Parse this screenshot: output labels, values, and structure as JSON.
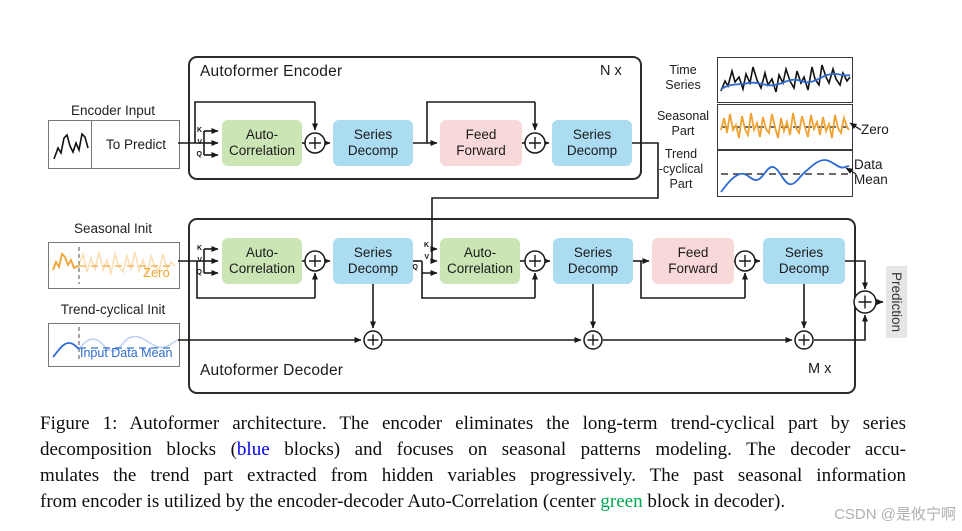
{
  "colors": {
    "block_green": "#cbe5b4",
    "block_blue": "#abdcf2",
    "block_pink": "#f9d8da",
    "series_orange": "#f0a232",
    "series_blue": "#2e6bd0",
    "caption_blue": "#0000ee",
    "caption_green": "#00a651",
    "prediction_bg": "#e6e6e6",
    "watermark_gray": "#b0b0b0"
  },
  "diagram": {
    "encoder": {
      "title": "Autoformer Encoder",
      "repeat": "N x"
    },
    "decoder": {
      "title": "Autoformer Decoder",
      "repeat": "M x"
    },
    "blocks": {
      "auto_correlation_line1": "Auto-",
      "auto_correlation_line2": "Correlation",
      "series_decomp_line1": "Series",
      "series_decomp_line2": "Decomp",
      "feed_forward_line1": "Feed",
      "feed_forward_line2": "Forward"
    },
    "qkv": {
      "k": "K",
      "v": "V",
      "q": "Q"
    },
    "encoder_input": {
      "label": "Encoder Input",
      "text": "To Predict"
    },
    "seasonal_init": {
      "label": "Seasonal Init",
      "annotation": "Zero"
    },
    "trend_init": {
      "label": "Trend-cyclical Init",
      "annotation": "Input Data Mean"
    },
    "side_plots": {
      "time_series_label_line1": "Time",
      "time_series_label_line2": "Series",
      "seasonal_label_line1": "Seasonal",
      "seasonal_label_line2": "Part",
      "trend_label_line1": "Trend",
      "trend_label_line2": "-cyclical",
      "trend_label_line3": "Part",
      "zero_annotation": "Zero",
      "data_mean_line1": "Data",
      "data_mean_line2": "Mean"
    },
    "prediction_label": "Prediction"
  },
  "caption": {
    "line1": "Figure 1: Autoformer architecture. The encoder eliminates the long-term trend-cyclical part by series",
    "line2_pre": "decomposition blocks (",
    "line2_colored": "blue",
    "line2_post": " blocks) and focuses on seasonal patterns modeling. The decoder accu-",
    "line3": "mulates the trend part extracted from hidden variables progressively. The past seasonal information",
    "line4_pre": "from encoder is utilized by the encoder-decoder Auto-Correlation (center ",
    "line4_colored": "green",
    "line4_post": " block in decoder)."
  },
  "watermark": "CSDN @是攸宁啊"
}
